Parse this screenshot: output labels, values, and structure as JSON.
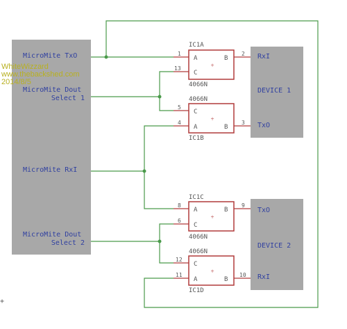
{
  "watermark": {
    "author": "WhiteWizzard",
    "site": "www.thebackshed.com",
    "date": "2014/8/5"
  },
  "micromite": {
    "txo": "MicroMite TxO",
    "dout1_line1": "MicroMite Dout",
    "dout1_line2": "Select 1",
    "rxi": "MicroMite RxI",
    "dout2_line1": "MicroMite Dout",
    "dout2_line2": "Select 2"
  },
  "devices": [
    {
      "name": "DEVICE 1",
      "pin_top": "RxI",
      "pin_bottom": "TxO"
    },
    {
      "name": "DEVICE 2",
      "pin_top": "TxO",
      "pin_bottom": "RxI"
    }
  ],
  "chips": {
    "ic1a": {
      "name": "IC1A",
      "part": "4066N",
      "pin_a": "A",
      "pin_b": "B",
      "pin_c": "C",
      "pin_a_num": "1",
      "pin_b_num": "2",
      "pin_c_num": "13"
    },
    "ic1b": {
      "name": "IC1B",
      "part": "4066N",
      "pin_a": "A",
      "pin_b": "B",
      "pin_c": "C",
      "pin_a_num": "4",
      "pin_b_num": "3",
      "pin_c_num": "5"
    },
    "ic1c": {
      "name": "IC1C",
      "part": "4066N",
      "pin_a": "A",
      "pin_b": "B",
      "pin_c": "C",
      "pin_a_num": "8",
      "pin_b_num": "9",
      "pin_c_num": "6"
    },
    "ic1d": {
      "name": "IC1D",
      "part": "4066N",
      "pin_a": "A",
      "pin_b": "B",
      "pin_c": "C",
      "pin_a_num": "11",
      "pin_b_num": "10",
      "pin_c_num": "12"
    }
  },
  "colors": {
    "block_fill": "#a8a8a8",
    "wire": "#4a9a4a",
    "chip": "#b03a3a",
    "label": "#3040a0",
    "pin_num": "#555555",
    "watermark": "#b8b020"
  }
}
